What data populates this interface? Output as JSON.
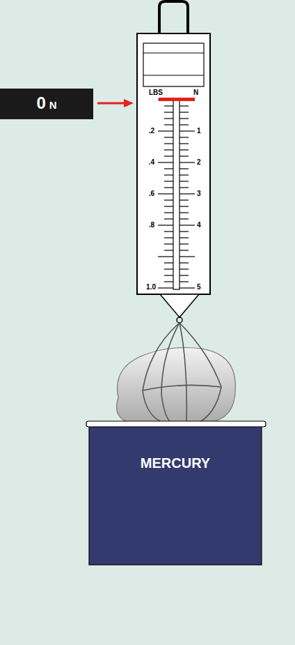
{
  "diagram": {
    "nodes": [
      {
        "text": [
          "0",
          "N"
        ]
      },
      {
        "text": [
          "MERCURY"
        ]
      }
    ],
    "labels": [
      "LBS",
      "N",
      ".2",
      ".4",
      ".6",
      ".8",
      "1.0",
      "1",
      "2",
      "3",
      "4",
      "5"
    ]
  }
}
